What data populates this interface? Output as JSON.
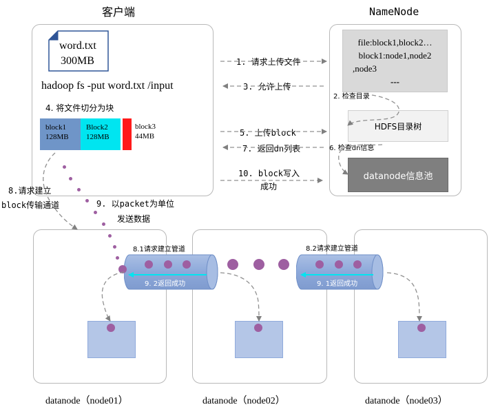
{
  "client": {
    "title": "客户端",
    "file_name": "word.txt",
    "file_size": "300MB",
    "command": "hadoop fs -put word.txt /input",
    "step4": "4. 将文件切分为块",
    "blocks": [
      {
        "name": "block1",
        "size": "128MB",
        "color": "#6f95c8"
      },
      {
        "name": "Block2",
        "size": "128MB",
        "color": "#00e5f0"
      },
      {
        "name": "block3",
        "size": "44MB",
        "color": "#ff1a1a"
      }
    ]
  },
  "namenode": {
    "title": "NameNode",
    "meta_lines": [
      "file:block1,block2…",
      "block1:node1,node2",
      ",node3",
      "---"
    ],
    "dir_tree": "HDFS目录树",
    "pool": "datanode信息池",
    "step2": "2. 检查目录",
    "step6": "6. 检查dn信息"
  },
  "steps": {
    "s1": "1. 请求上传文件",
    "s3": "3. 允许上传",
    "s5": "5. 上传block",
    "s7": "7. 返回dn列表",
    "s10_line1": "10. block写入",
    "s10_line2": "成功",
    "s8_line1": "8.请求建立",
    "s8_line2": "block传输通道",
    "s9_line1": "9. 以packet为单位",
    "s9_line2": "发送数据",
    "s81": "8.1请求建立管道",
    "s82": "8.2请求建立管道",
    "s92": "9. 2返回成功",
    "s91": "9. 1返回成功"
  },
  "datanodes": [
    "datanode（node01）",
    "datanode（node02）",
    "datanode（node03）"
  ],
  "colors": {
    "packet": "#9e5fa1",
    "pipe": "#8faadc",
    "arrow": "#7f7f7f"
  }
}
